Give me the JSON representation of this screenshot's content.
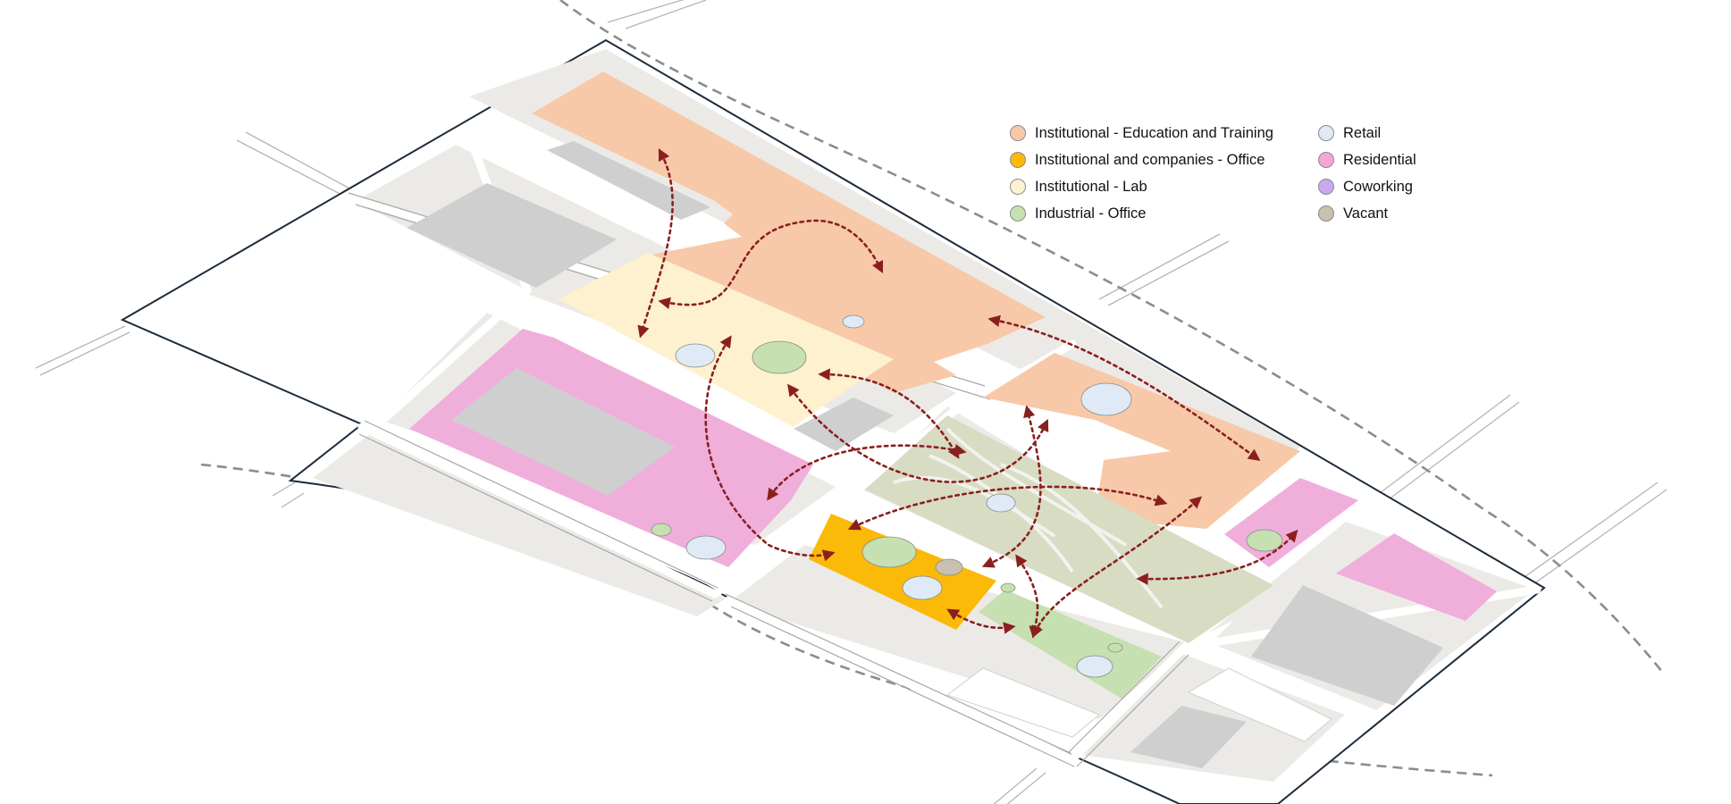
{
  "legend": {
    "items": [
      {
        "label": "Institutional - Education and Training",
        "color": "#f7c9a9",
        "icon": "swatch-circle"
      },
      {
        "label": "Institutional and companies - Office",
        "color": "#fbb908",
        "icon": "swatch-circle"
      },
      {
        "label": "Institutional - Lab",
        "color": "#fdf1cf",
        "icon": "swatch-circle"
      },
      {
        "label": "Industrial - Office",
        "color": "#c6e0b1",
        "icon": "swatch-circle"
      },
      {
        "label": "Retail",
        "color": "#dfeaf6",
        "icon": "swatch-circle"
      },
      {
        "label": "Residential",
        "color": "#f6a6d5",
        "icon": "swatch-circle"
      },
      {
        "label": "Coworking",
        "color": "#c8a9ef",
        "icon": "swatch-circle"
      },
      {
        "label": "Vacant",
        "color": "#c9c1b0",
        "icon": "swatch-circle"
      }
    ]
  },
  "colors": {
    "block": "#eceae7",
    "building": "#cfcfcf",
    "park": "#d7dcc3",
    "boundary": "#1c2b3a",
    "flow_arrow": "#8b1f1f",
    "street_line": "#b5b5b5"
  }
}
